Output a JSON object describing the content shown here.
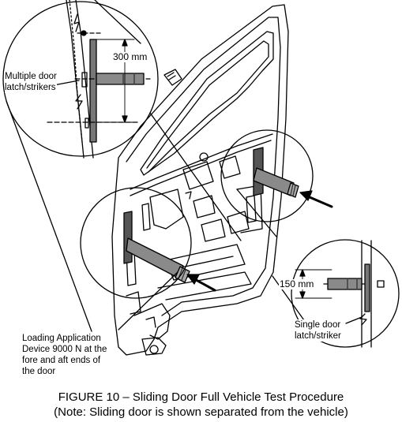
{
  "labels": {
    "dim_top": "300 mm",
    "multiple_strikers": [
      "Multiple door",
      "latch/strikers"
    ],
    "dim_right": "150 mm",
    "single_striker": [
      "Single door",
      "latch/striker"
    ],
    "loading_device": [
      "Loading Application",
      "Device 9000 N at the",
      "fore and aft ends of",
      "the door"
    ]
  },
  "caption": {
    "line1": "FIGURE 10 – Sliding Door Full Vehicle Test Procedure",
    "line2": "(Note: Sliding door is shown separated from the vehicle)"
  }
}
